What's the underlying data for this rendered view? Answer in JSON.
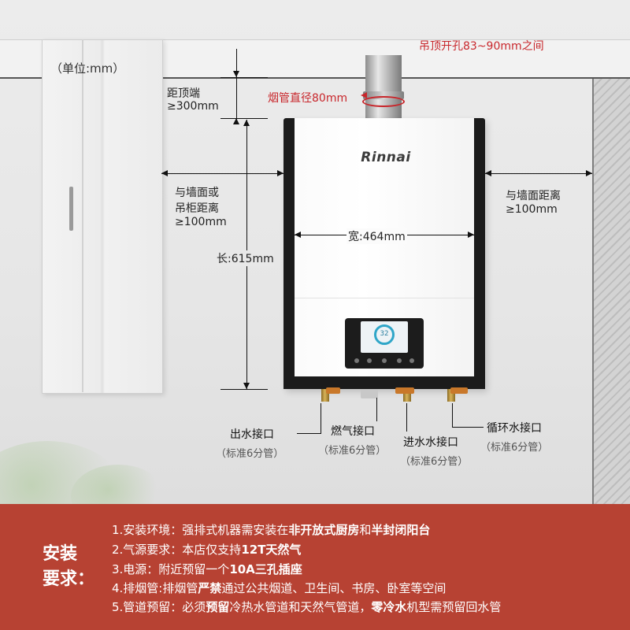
{
  "unit_label": "（单位:mm）",
  "ceiling_hole": "吊顶开孔83~90mm之间",
  "flue_diameter": "烟管直径80mm",
  "top_distance": [
    "距顶端",
    "≥300mm"
  ],
  "left_distance": [
    "与墙面或",
    "吊柜距离",
    "≥100mm"
  ],
  "right_distance": [
    "与墙面距离",
    "≥100mm"
  ],
  "width_label": "宽:464mm",
  "length_label": "长:615mm",
  "brand": "Rinnai",
  "display_temp": "32",
  "connectors": [
    {
      "name": "出水接口",
      "spec": "（标准6分管）"
    },
    {
      "name": "燃气接口",
      "spec": "（标准6分管）"
    },
    {
      "name": "进水水接口",
      "spec": "（标准6分管）"
    },
    {
      "name": "循环水接口",
      "spec": "（标准6分管）"
    }
  ],
  "install": {
    "title_line1": "安装",
    "title_line2": "要求：",
    "items": [
      {
        "parts": [
          [
            "1.安装环境：强排式机器需安装在",
            false
          ],
          [
            "非开放式厨房",
            true
          ],
          [
            "和",
            false
          ],
          [
            "半封闭阳台",
            true
          ]
        ]
      },
      {
        "parts": [
          [
            "2.气源要求：本店仅支持",
            false
          ],
          [
            "12T天然气",
            true
          ]
        ]
      },
      {
        "parts": [
          [
            "3.电源：附近预留一个",
            false
          ],
          [
            "10A三孔插座",
            true
          ]
        ]
      },
      {
        "parts": [
          [
            "4.排烟管:排烟管",
            false
          ],
          [
            "严禁",
            true
          ],
          [
            "通过公共烟道、卫生间、书房、卧室等空间",
            false
          ]
        ]
      },
      {
        "parts": [
          [
            "5.管道预留：必须",
            false
          ],
          [
            "预留",
            true
          ],
          [
            "冷热水管道和天然气管道，",
            false
          ],
          [
            "零冷水",
            true
          ],
          [
            "机型需预留回水管",
            false
          ]
        ]
      }
    ]
  }
}
